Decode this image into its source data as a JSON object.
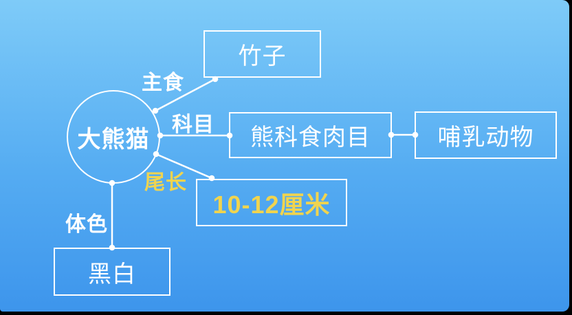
{
  "frame": {
    "background_color": "#000000"
  },
  "slide": {
    "gradient_top": "#7ECBF8",
    "gradient_bottom": "#3D95EC"
  },
  "palette": {
    "stroke_color": "#FFFFFF",
    "text_primary": "#FFFFFF",
    "text_accent_yellow": "#F0D44F"
  },
  "mindmap": {
    "nodes": {
      "root": "大熊猫",
      "bamboo": "竹子",
      "family": "熊科食肉目",
      "mammal": "哺乳动物",
      "tail_length": "10-12厘米",
      "body_color": "黑白"
    },
    "edge_labels": {
      "food": "主食",
      "family": "科目",
      "tail": "尾长",
      "color": "体色"
    }
  }
}
